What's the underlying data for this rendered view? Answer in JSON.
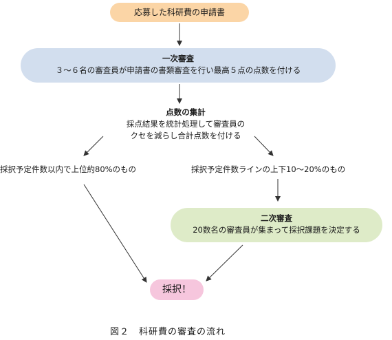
{
  "nodes": {
    "application": {
      "label": "応募した科研費の申請書"
    },
    "first_review": {
      "title": "一次審査",
      "description": "３～６名の審査員が申請書の書類審査を行い最高５点の点数を付ける"
    },
    "score_aggregation": {
      "title": "点数の集計",
      "description_line1": "採点結果を統計処理して審査員の",
      "description_line2": "クセを減らし合計点数を付ける"
    },
    "upper_band": {
      "label": "採択予定件数以内で上位約80%のもの"
    },
    "border_band": {
      "label": "採択予定件数ラインの上下10～20%のもの"
    },
    "second_review": {
      "title": "二次審査",
      "description": "20数名の審査員が集まって採択課題を決定する"
    },
    "adoption": {
      "label": "採択！"
    }
  },
  "caption": "図２　科研費の審査の流れ",
  "colors": {
    "application_fill": "#fbd5a6",
    "first_review_fill": "#d2deee",
    "second_review_fill": "#deebc8",
    "adoption_fill": "#f6c6dd",
    "arrow": "#333333"
  }
}
